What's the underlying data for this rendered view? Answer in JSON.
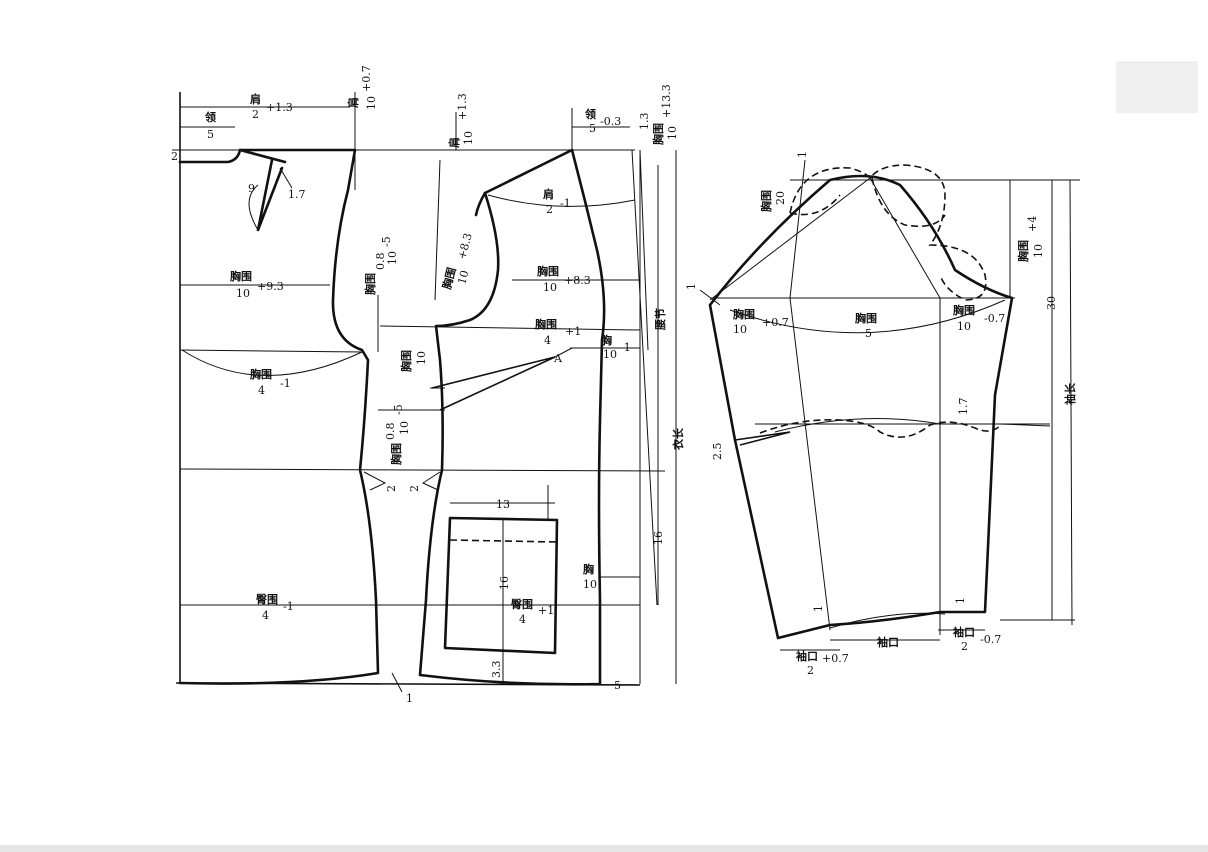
{
  "labels": {
    "ling_5": "领",
    "ling_5_den": "5",
    "jian_top": "肩",
    "jian_top_den": "2",
    "jian_top_add": "+1.3",
    "jian10_07": "肩",
    "jian10_07_den": "10",
    "jian10_07_add": "+0.7",
    "two": "2",
    "nine": "9",
    "one_seven": "1.7",
    "xiongwei_93": "胸围",
    "xiongwei_93_den": "10",
    "xiongwei_93_add": "+9.3",
    "xiongwei_085": "胸围",
    "xiongwei_085_frac": "0.8",
    "xiongwei_085_den": "10",
    "xiongwei_085_sub": "-5",
    "xiongwei_4_m1": "胸围",
    "xiongwei_4_m1_den": "4",
    "xiongwei_4_m1_add": "-1",
    "xiongwei_10_mid": "胸围",
    "xiongwei_10_mid_den": "10",
    "xiongwei_085b": "胸围",
    "xiongwei_085b_frac": "0.8",
    "xiongwei_085b_den": "10",
    "xiongwei_085b_sub": "-5",
    "two_left": "2",
    "two_right": "2",
    "tunwei_left": "臀围",
    "tunwei_left_den": "4",
    "tunwei_left_add": "-1",
    "one_bottom": "1",
    "jian_13": "肩",
    "jian_13_den": "10",
    "jian_13_add": "+1.3",
    "xiongwei_83_v": "胸围",
    "xiongwei_83_v_den": "10",
    "xiongwei_83_v_add": "+8.3",
    "jian_2_m1": "肩",
    "jian_2_m1_den": "2",
    "jian_2_m1_add": "-1",
    "xiongwei_83": "胸围",
    "xiongwei_83_den": "10",
    "xiongwei_83_add": "+8.3",
    "xiongwei_4_p1": "胸围",
    "xiongwei_4_p1_den": "4",
    "xiongwei_4_p1_add": "+1",
    "A": "A",
    "pocket_13": "13",
    "pocket_16": "16",
    "tunwei_right": "臀围",
    "tunwei_right_den": "4",
    "tunwei_right_add": "+1",
    "three_three": "3.3",
    "ling_03": "领",
    "ling_03_den": "5",
    "ling_03_add": "-0.3",
    "one_three": "1.3",
    "xiongwei_133": "胸围",
    "xiongwei_133_den": "10",
    "xiongwei_133_add": "+13.3",
    "xiong_10_m1": "胸",
    "xiong_10_m1_den": "10",
    "xiong_10_m1_add": "-1",
    "yaojie": "腰节",
    "sixteen": "16",
    "xiong_10": "胸",
    "xiong_10_den": "10",
    "yichang": "衣长",
    "five": "5",
    "s_one_top": "1",
    "s_xiongwei_20": "胸围",
    "s_xiongwei_20_den": "20",
    "s_one_left": "1",
    "s_xiongwei_07": "胸围",
    "s_xiongwei_07_den": "10",
    "s_xiongwei_07_add": "+0.7",
    "s_xiongwei_5": "胸围",
    "s_xiongwei_5_den": "5",
    "s_xiongwei_m07": "胸围",
    "s_xiongwei_m07_den": "10",
    "s_xiongwei_m07_add": "-0.7",
    "s_xiongwei_4": "胸围",
    "s_xiongwei_4_den": "10",
    "s_xiongwei_4_add": "+4",
    "s_thirty": "30",
    "s_xiuchang": "袖长",
    "s_one_seven": "1.7",
    "s_two_five": "2.5",
    "s_one_a": "1",
    "s_one_b": "1",
    "s_xiukou_2": "袖口",
    "s_xiukou_2_den": "2",
    "s_xiukou_2_add": "+0.7",
    "s_xiukou": "袖口",
    "s_xiukou_r": "袖口",
    "s_xiukou_r_den": "2",
    "s_xiukou_r_add": "-0.7"
  }
}
